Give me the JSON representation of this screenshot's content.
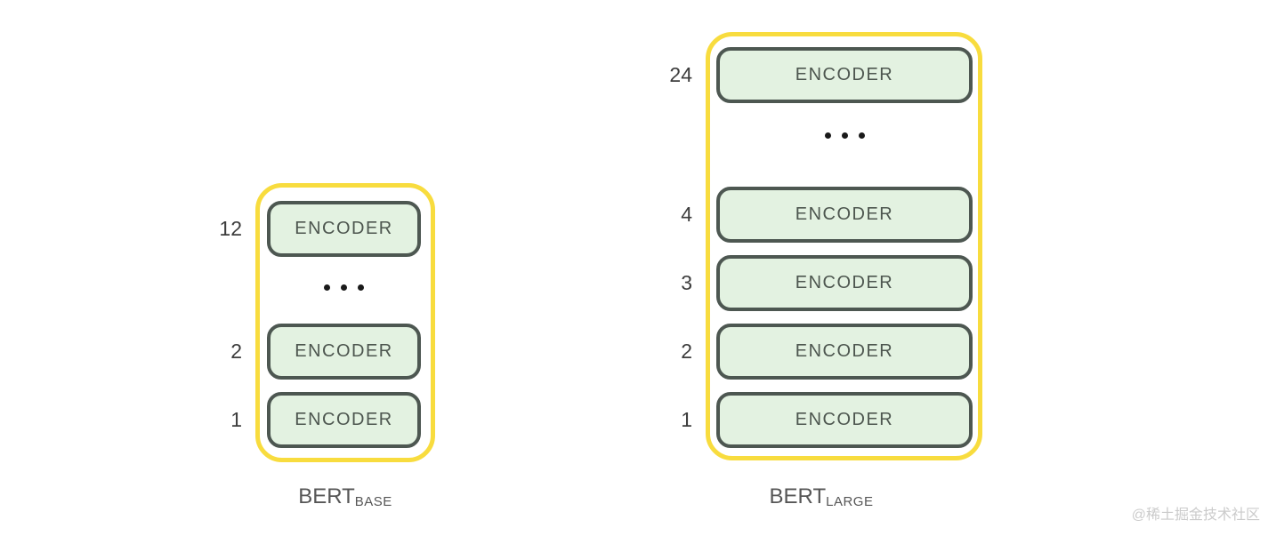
{
  "diagrams": {
    "base": {
      "caption_main": "BERT",
      "caption_sub": "BASE",
      "rows": [
        {
          "num": "12",
          "label": "ENCODER"
        },
        {
          "num": "2",
          "label": "ENCODER"
        },
        {
          "num": "1",
          "label": "ENCODER"
        }
      ]
    },
    "large": {
      "caption_main": "BERT",
      "caption_sub": "LARGE",
      "rows": [
        {
          "num": "24",
          "label": "ENCODER"
        },
        {
          "num": "4",
          "label": "ENCODER"
        },
        {
          "num": "3",
          "label": "ENCODER"
        },
        {
          "num": "2",
          "label": "ENCODER"
        },
        {
          "num": "1",
          "label": "ENCODER"
        }
      ]
    }
  },
  "watermark": "@稀土掘金技术社区",
  "colors": {
    "outline_yellow": "#F8DC3E",
    "encoder_fill": "#E3F2E1",
    "encoder_border": "#4D5751",
    "encoder_text": "#4D564F",
    "number_text": "#3D3D3D",
    "caption_text": "#565656",
    "ellipsis_dot": "#1A1A1A",
    "watermark_text": "#CBCBCB"
  }
}
